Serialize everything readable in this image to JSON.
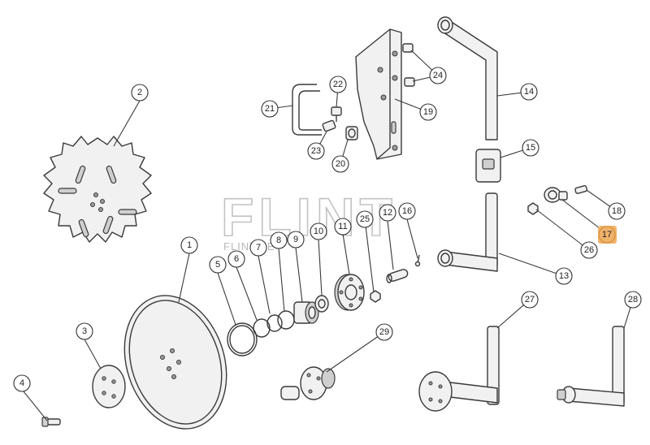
{
  "watermark": {
    "main": "FLINT",
    "sub": "FLINT.EE"
  },
  "highlight_color": "#f0b36a",
  "callouts": [
    {
      "label": "1"
    },
    {
      "label": "2"
    },
    {
      "label": "3"
    },
    {
      "label": "4"
    },
    {
      "label": "5"
    },
    {
      "label": "6"
    },
    {
      "label": "7"
    },
    {
      "label": "8"
    },
    {
      "label": "9"
    },
    {
      "label": "10"
    },
    {
      "label": "11"
    },
    {
      "label": "12"
    },
    {
      "label": "13"
    },
    {
      "label": "14"
    },
    {
      "label": "15"
    },
    {
      "label": "16"
    },
    {
      "label": "17",
      "highlighted": true
    },
    {
      "label": "18"
    },
    {
      "label": "19"
    },
    {
      "label": "20"
    },
    {
      "label": "21"
    },
    {
      "label": "22"
    },
    {
      "label": "23"
    },
    {
      "label": "24"
    },
    {
      "label": "25"
    },
    {
      "label": "26"
    },
    {
      "label": "27"
    },
    {
      "label": "28"
    },
    {
      "label": "29"
    }
  ]
}
